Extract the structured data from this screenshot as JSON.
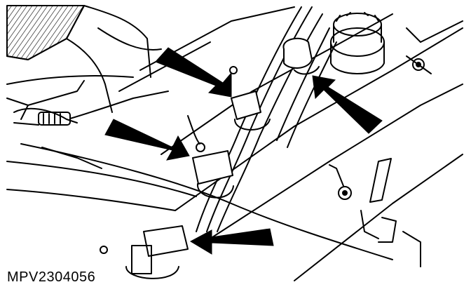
{
  "figure": {
    "id_label": "MPV2304056",
    "line_color": "#000000",
    "background": "#ffffff",
    "callout_arrows": 4,
    "icons": [
      "callout-arrow-icon",
      "ignition-coil",
      "bolt",
      "fuel-cap"
    ]
  }
}
